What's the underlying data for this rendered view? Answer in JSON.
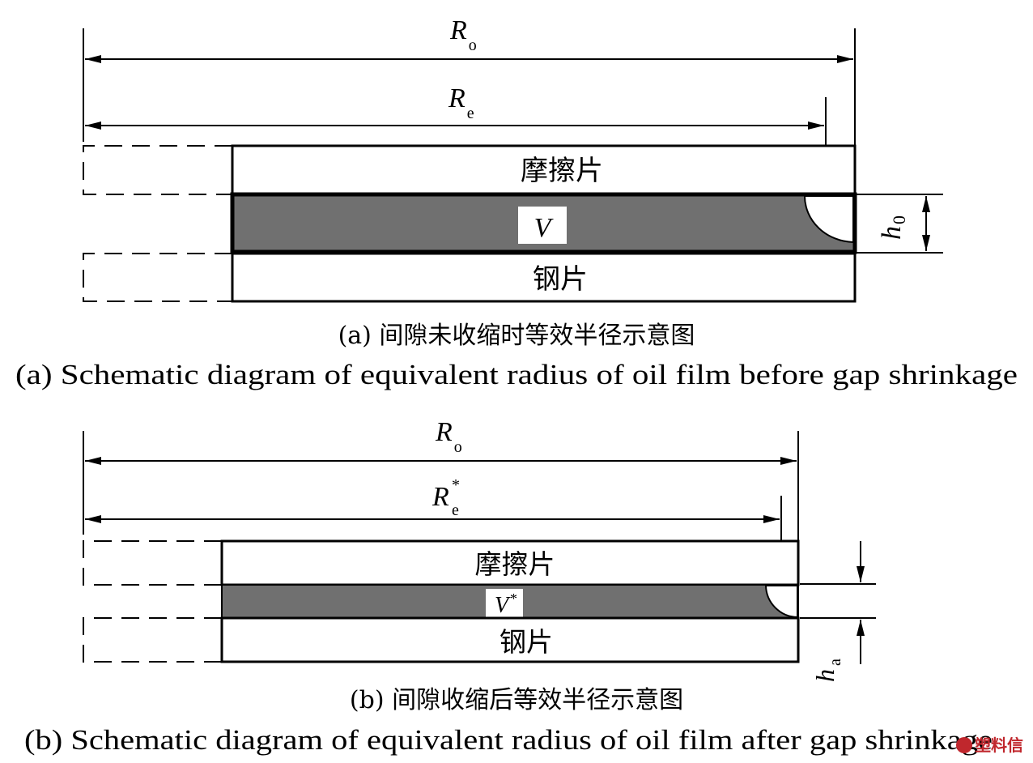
{
  "panel_a": {
    "dim_outer": {
      "symbol": "R",
      "sub": "o"
    },
    "dim_equiv": {
      "symbol": "R",
      "sub": "e"
    },
    "friction_plate": "摩擦片",
    "steel_plate": "钢片",
    "volume": {
      "symbol": "V"
    },
    "gap": {
      "symbol": "h",
      "sub": "0"
    },
    "caption_cn": "(a) 间隙未收缩时等效半径示意图",
    "caption_en": "(a) Schematic diagram of equivalent radius of oil film before gap shrinkage"
  },
  "panel_b": {
    "dim_outer": {
      "symbol": "R",
      "sub": "o"
    },
    "dim_equiv": {
      "symbol": "R",
      "sub": "e",
      "sup": "*"
    },
    "friction_plate": "摩擦片",
    "steel_plate": "钢片",
    "volume": {
      "symbol": "V",
      "sup": "*"
    },
    "gap": {
      "symbol": "h",
      "sub": "a"
    },
    "caption_cn": "(b) 间隙收缩后等效半径示意图",
    "caption_en": "(b) Schematic diagram of equivalent radius of oil film after gap shrinkage"
  },
  "watermark": "塑料信",
  "colors": {
    "oil_film": "#707070",
    "line": "#000000",
    "watermark": "#c0272d"
  }
}
